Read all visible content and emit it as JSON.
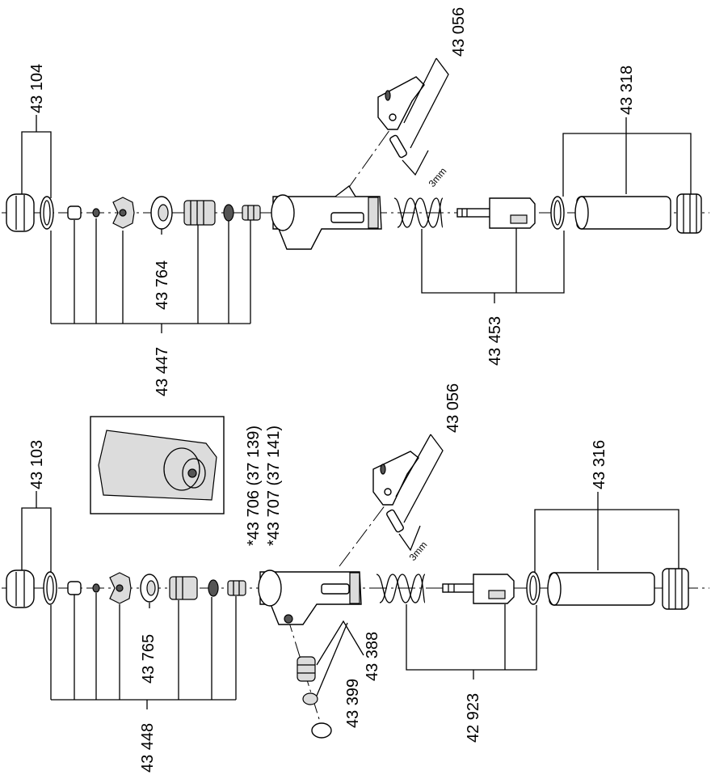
{
  "upper_assembly": {
    "labels": {
      "cap_set": "43 104",
      "valve_set": "43 447",
      "valve_seat": "43 764",
      "trigger_set": "43 056",
      "hex_key": "3mm",
      "piston_set": "43 453",
      "cylinder_set": "43 318"
    }
  },
  "lower_assembly": {
    "labels": {
      "cap_set": "43 103",
      "valve_set": "43 448",
      "valve_seat": "43 765",
      "trigger_set": "43 056",
      "hex_key": "3mm",
      "piston_set": "42 923",
      "cylinder_set": "43 316",
      "check_valve": "43 388",
      "check_valve_seal": "43 399"
    }
  },
  "seal_kit": {
    "line1": "*43 706 (37 139)",
    "line2": "*43 707 (37 141)"
  }
}
